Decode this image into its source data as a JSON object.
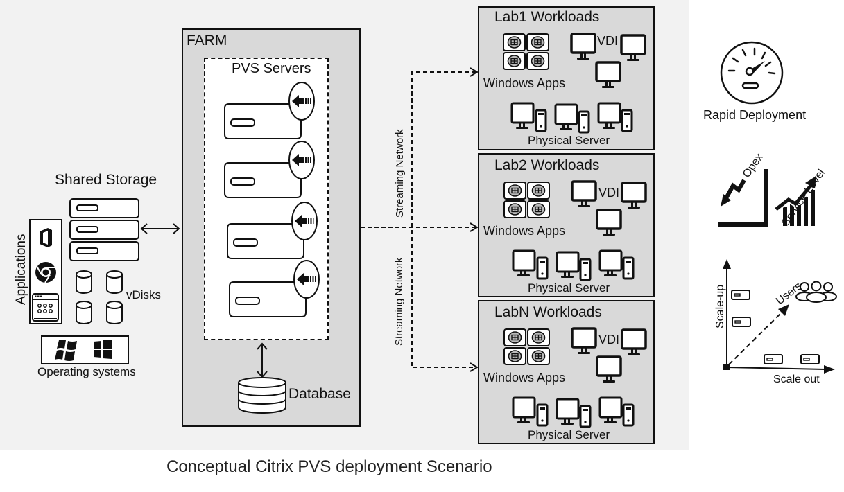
{
  "diagram": {
    "title": "Conceptual Citrix PVS deployment Scenario",
    "shared_storage": {
      "label": "Shared Storage",
      "vdisks_label": "vDisks",
      "applications_label": "Applications",
      "applications_icons": [
        "office-icon",
        "chrome-icon",
        "app-window-icon"
      ],
      "os_label": "Operating systems",
      "os_icons": [
        "windows-xp-logo-icon",
        "windows-10-logo-icon"
      ]
    },
    "farm": {
      "label": "FARM",
      "pvs_label": "PVS Servers",
      "pvs_server_count": 4,
      "database_label": "Database"
    },
    "network": {
      "labels": [
        "Streaming Network",
        "Streaming Network"
      ]
    },
    "labs": [
      {
        "name": "Lab1",
        "title": "Lab1  Workloads",
        "apps_label": "Windows Apps",
        "vdi_label": "VDI",
        "physical_label": "Physical Server"
      },
      {
        "name": "Lab2",
        "title": "Lab2  Workloads",
        "apps_label": "Windows Apps",
        "vdi_label": "VDI",
        "physical_label": "Physical Server"
      },
      {
        "name": "LabN",
        "title": "LabN Workloads",
        "apps_label": "Windows Apps",
        "vdi_label": "VDI",
        "physical_label": "Physical Server"
      }
    ],
    "benefits": {
      "rapid_deployment": "Rapid Deployment",
      "opex": "Opex",
      "service_level": "Service Level",
      "scale_up": "Scale-up",
      "scale_out": "Scale out",
      "users": "Users"
    }
  }
}
